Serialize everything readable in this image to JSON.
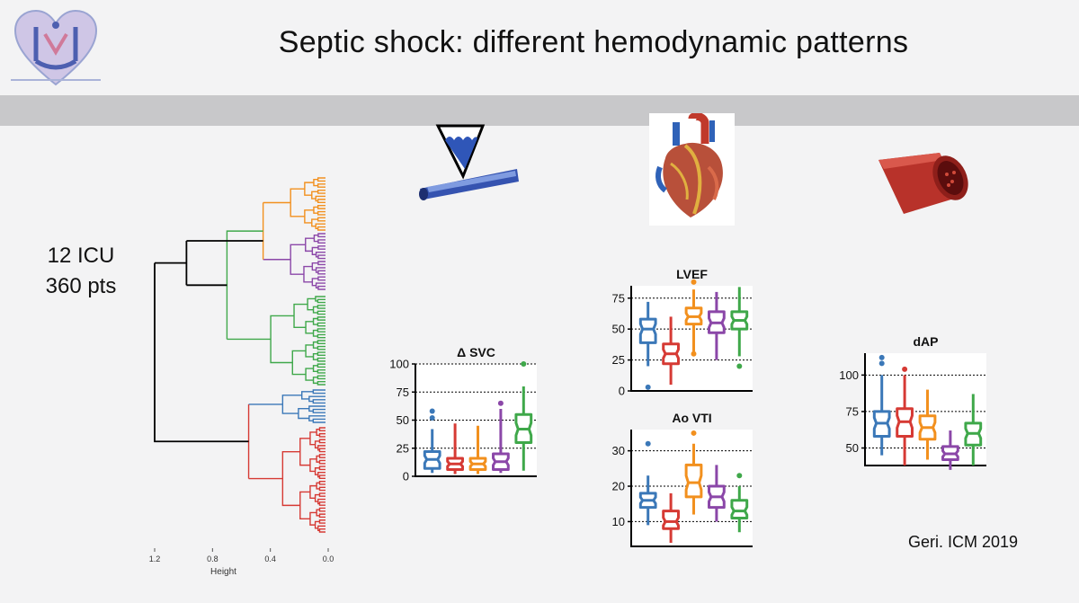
{
  "slide": {
    "title": "Septic shock: different hemodynamic patterns",
    "cohort_line1": "12 ICU",
    "cohort_line2": "360 pts",
    "citation": "Geri. ICM 2019"
  },
  "colors": {
    "band": "#c8c8ca",
    "cluster1": "#3b78b8",
    "cluster2": "#d63a34",
    "cluster3": "#f2901e",
    "cluster4": "#8b47a8",
    "cluster5": "#3fa84a",
    "dendro_root": "#000000"
  },
  "icons": [
    "logo-emblem-icon",
    "ultrasound-probe-icon",
    "heart-icon",
    "blood-vessel-icon"
  ],
  "chart_data": [
    {
      "type": "dendrogram",
      "xlabel": "Height",
      "ticks": [
        "1.2",
        "0.8",
        "0.4",
        "0.0"
      ],
      "xlim": [
        1.2,
        0.0
      ],
      "clusters": [
        {
          "color": "#f2901e",
          "merge_height": 0.45
        },
        {
          "color": "#8b47a8",
          "merge_height": 0.45
        },
        {
          "color": "#3fa84a",
          "merge_height": 0.7
        },
        {
          "color": "#3b78b8",
          "merge_height": 0.55
        },
        {
          "color": "#d63a34",
          "merge_height": 0.55
        }
      ],
      "root_height": 1.2
    },
    {
      "type": "box",
      "title": "Δ SVC",
      "ticks": [
        0,
        25,
        50,
        75,
        100
      ],
      "ylim": [
        0,
        100
      ],
      "boxes": [
        {
          "color": "#3b78b8",
          "min": 3,
          "q1": 7,
          "med": 15,
          "q3": 22,
          "max": 42,
          "outliers": [
            52,
            58
          ]
        },
        {
          "color": "#d63a34",
          "min": 2,
          "q1": 6,
          "med": 11,
          "q3": 16,
          "max": 47,
          "outliers": []
        },
        {
          "color": "#f2901e",
          "min": 2,
          "q1": 6,
          "med": 11,
          "q3": 16,
          "max": 45,
          "outliers": []
        },
        {
          "color": "#8b47a8",
          "min": 3,
          "q1": 6,
          "med": 13,
          "q3": 20,
          "max": 60,
          "outliers": [
            65
          ]
        },
        {
          "color": "#3fa84a",
          "min": 5,
          "q1": 30,
          "med": 42,
          "q3": 55,
          "max": 80,
          "outliers": [
            100
          ]
        }
      ]
    },
    {
      "type": "box",
      "title": "LVEF",
      "ticks": [
        0,
        25,
        50,
        75
      ],
      "ylim": [
        0,
        85
      ],
      "boxes": [
        {
          "color": "#3b78b8",
          "min": 20,
          "q1": 39,
          "med": 50,
          "q3": 58,
          "max": 72,
          "outliers": [
            3
          ]
        },
        {
          "color": "#d63a34",
          "min": 5,
          "q1": 22,
          "med": 30,
          "q3": 38,
          "max": 60,
          "outliers": []
        },
        {
          "color": "#f2901e",
          "min": 32,
          "q1": 54,
          "med": 60,
          "q3": 67,
          "max": 82,
          "outliers": [
            88,
            30
          ]
        },
        {
          "color": "#8b47a8",
          "min": 25,
          "q1": 47,
          "med": 55,
          "q3": 64,
          "max": 80,
          "outliers": []
        },
        {
          "color": "#3fa84a",
          "min": 28,
          "q1": 50,
          "med": 57,
          "q3": 64,
          "max": 84,
          "outliers": [
            20
          ]
        }
      ]
    },
    {
      "type": "box",
      "title": "Ao VTI",
      "ticks": [
        10,
        20,
        30
      ],
      "ylim": [
        3,
        36
      ],
      "boxes": [
        {
          "color": "#3b78b8",
          "min": 9,
          "q1": 14,
          "med": 16,
          "q3": 18,
          "max": 23,
          "outliers": [
            32
          ]
        },
        {
          "color": "#d63a34",
          "min": 4,
          "q1": 8,
          "med": 10,
          "q3": 13,
          "max": 18,
          "outliers": []
        },
        {
          "color": "#f2901e",
          "min": 12,
          "q1": 17,
          "med": 21,
          "q3": 26,
          "max": 32,
          "outliers": [
            35
          ]
        },
        {
          "color": "#8b47a8",
          "min": 10,
          "q1": 14,
          "med": 17,
          "q3": 20,
          "max": 26,
          "outliers": []
        },
        {
          "color": "#3fa84a",
          "min": 7,
          "q1": 11,
          "med": 13,
          "q3": 16,
          "max": 20,
          "outliers": [
            23
          ]
        }
      ]
    },
    {
      "type": "box",
      "title": "dAP",
      "ticks": [
        50,
        75,
        100
      ],
      "ylim": [
        38,
        115
      ],
      "boxes": [
        {
          "color": "#3b78b8",
          "min": 45,
          "q1": 58,
          "med": 67,
          "q3": 75,
          "max": 100,
          "outliers": [
            108,
            112
          ]
        },
        {
          "color": "#d63a34",
          "min": 38,
          "q1": 58,
          "med": 68,
          "q3": 77,
          "max": 100,
          "outliers": [
            104
          ]
        },
        {
          "color": "#f2901e",
          "min": 42,
          "q1": 56,
          "med": 64,
          "q3": 72,
          "max": 90,
          "outliers": []
        },
        {
          "color": "#8b47a8",
          "min": 35,
          "q1": 42,
          "med": 46,
          "q3": 51,
          "max": 62,
          "outliers": []
        },
        {
          "color": "#3fa84a",
          "min": 38,
          "q1": 52,
          "med": 60,
          "q3": 67,
          "max": 87,
          "outliers": []
        }
      ]
    }
  ]
}
